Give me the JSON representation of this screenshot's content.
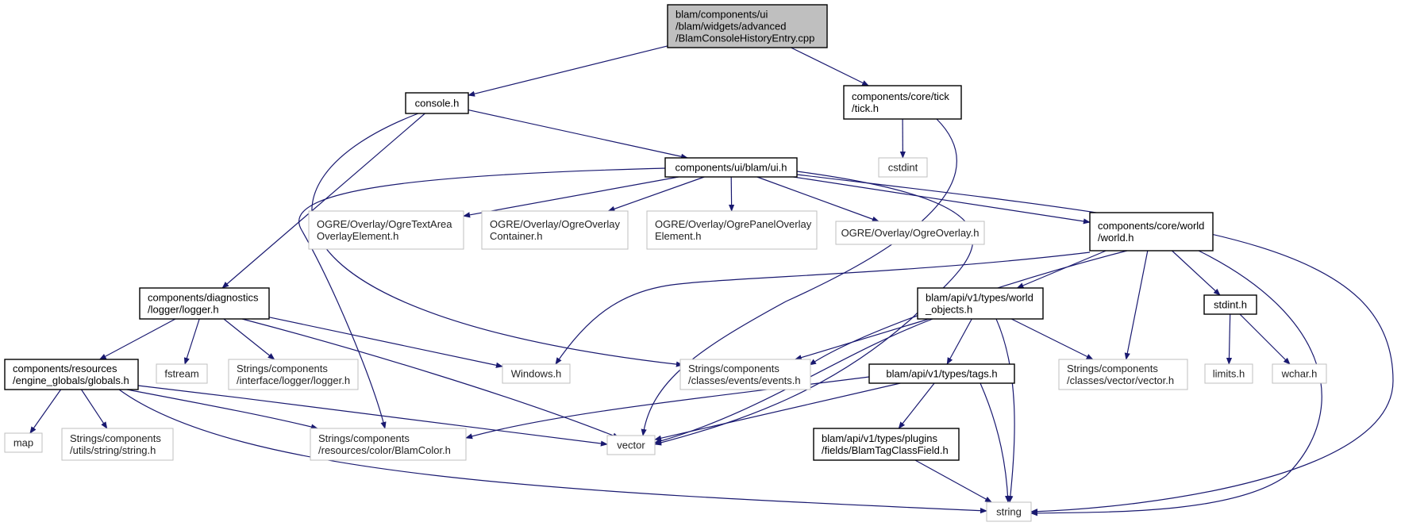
{
  "colors": {
    "edge": "#191970",
    "root_fill": "#bfbfbf",
    "project_border": "#000000",
    "system_border": "#bfbfbf"
  },
  "nodes": {
    "root": {
      "kind": "root",
      "lines": [
        "blam/components/ui",
        "/blam/widgets/advanced",
        "/BlamConsoleHistoryEntry.cpp"
      ]
    },
    "console": {
      "kind": "project",
      "lines": [
        "console.h"
      ]
    },
    "tick": {
      "kind": "project",
      "lines": [
        "components/core/tick",
        "/tick.h"
      ]
    },
    "cstdint": {
      "kind": "system",
      "lines": [
        "cstdint"
      ]
    },
    "ui": {
      "kind": "project",
      "lines": [
        "components/ui/blam/ui.h"
      ]
    },
    "ogretext": {
      "kind": "system",
      "lines": [
        "OGRE/Overlay/OgreTextArea",
        "OverlayElement.h"
      ]
    },
    "ogrecont": {
      "kind": "system",
      "lines": [
        "OGRE/Overlay/OgreOverlay",
        "Container.h"
      ]
    },
    "ogrepanel": {
      "kind": "system",
      "lines": [
        "OGRE/Overlay/OgrePanelOverlay",
        "Element.h"
      ]
    },
    "ogreoverlay": {
      "kind": "system",
      "lines": [
        "OGRE/Overlay/OgreOverlay.h"
      ]
    },
    "world": {
      "kind": "project",
      "lines": [
        "components/core/world",
        "/world.h"
      ]
    },
    "logger": {
      "kind": "project",
      "lines": [
        "components/diagnostics",
        "/logger/logger.h"
      ]
    },
    "worldobj": {
      "kind": "project",
      "lines": [
        "blam/api/v1/types/world",
        "_objects.h"
      ]
    },
    "stdint": {
      "kind": "project",
      "lines": [
        "stdint.h"
      ]
    },
    "globals": {
      "kind": "project",
      "lines": [
        "components/resources",
        "/engine_globals/globals.h"
      ]
    },
    "fstream": {
      "kind": "system",
      "lines": [
        "fstream"
      ]
    },
    "loggerif": {
      "kind": "system",
      "lines": [
        "Strings/components",
        "/interface/logger/logger.h"
      ]
    },
    "windows": {
      "kind": "system",
      "lines": [
        "Windows.h"
      ]
    },
    "events": {
      "kind": "system",
      "lines": [
        "Strings/components",
        "/classes/events/events.h"
      ]
    },
    "vectorh": {
      "kind": "system",
      "lines": [
        "Strings/components",
        "/classes/vector/vector.h"
      ]
    },
    "limits": {
      "kind": "system",
      "lines": [
        "limits.h"
      ]
    },
    "wchar": {
      "kind": "system",
      "lines": [
        "wchar.h"
      ]
    },
    "tags": {
      "kind": "project",
      "lines": [
        "blam/api/v1/types/tags.h"
      ]
    },
    "map": {
      "kind": "system",
      "lines": [
        "map"
      ]
    },
    "stringh": {
      "kind": "system",
      "lines": [
        "Strings/components",
        "/utils/string/string.h"
      ]
    },
    "blamcolor": {
      "kind": "system",
      "lines": [
        "Strings/components",
        "/resources/color/BlamColor.h"
      ]
    },
    "vector": {
      "kind": "system",
      "lines": [
        "vector"
      ]
    },
    "tagclass": {
      "kind": "project",
      "lines": [
        "blam/api/v1/types/plugins",
        "/fields/BlamTagClassField.h"
      ]
    },
    "string": {
      "kind": "system",
      "lines": [
        "string"
      ]
    }
  },
  "edges": [
    [
      "root",
      "console"
    ],
    [
      "root",
      "tick"
    ],
    [
      "tick",
      "cstdint"
    ],
    [
      "tick",
      "vector"
    ],
    [
      "console",
      "ui"
    ],
    [
      "console",
      "logger"
    ],
    [
      "console",
      "events"
    ],
    [
      "ui",
      "ogretext"
    ],
    [
      "ui",
      "ogrecont"
    ],
    [
      "ui",
      "ogrepanel"
    ],
    [
      "ui",
      "ogreoverlay"
    ],
    [
      "ui",
      "world"
    ],
    [
      "ui",
      "blamcolor"
    ],
    [
      "ui",
      "vector"
    ],
    [
      "ui",
      "string"
    ],
    [
      "world",
      "worldobj"
    ],
    [
      "world",
      "stdint"
    ],
    [
      "world",
      "windows"
    ],
    [
      "world",
      "events"
    ],
    [
      "world",
      "vectorh"
    ],
    [
      "world",
      "string"
    ],
    [
      "logger",
      "globals"
    ],
    [
      "logger",
      "fstream"
    ],
    [
      "logger",
      "loggerif"
    ],
    [
      "logger",
      "windows"
    ],
    [
      "logger",
      "vector"
    ],
    [
      "worldobj",
      "events"
    ],
    [
      "worldobj",
      "vectorh"
    ],
    [
      "worldobj",
      "tags"
    ],
    [
      "worldobj",
      "vector"
    ],
    [
      "worldobj",
      "string"
    ],
    [
      "stdint",
      "limits"
    ],
    [
      "stdint",
      "wchar"
    ],
    [
      "globals",
      "map"
    ],
    [
      "globals",
      "stringh"
    ],
    [
      "globals",
      "blamcolor"
    ],
    [
      "globals",
      "vector"
    ],
    [
      "globals",
      "string"
    ],
    [
      "tags",
      "blamcolor"
    ],
    [
      "tags",
      "vector"
    ],
    [
      "tags",
      "tagclass"
    ],
    [
      "tags",
      "string"
    ],
    [
      "tagclass",
      "string"
    ]
  ]
}
